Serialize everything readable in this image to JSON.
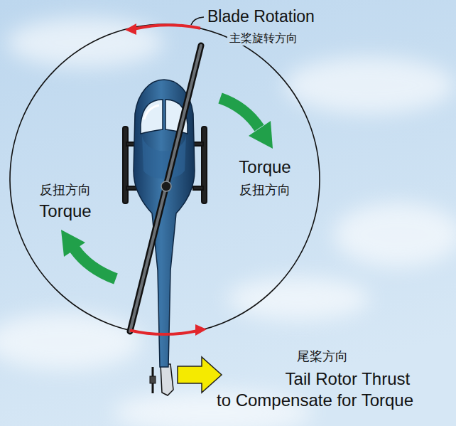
{
  "diagram": {
    "labels": [
      "Blade Rotation",
      "主桨旋转方向",
      "Torque",
      "反扭方向",
      "反扭方向",
      "Torque",
      "尾桨方向",
      "Tail Rotor Thrust to Compensate for Torque"
    ]
  }
}
